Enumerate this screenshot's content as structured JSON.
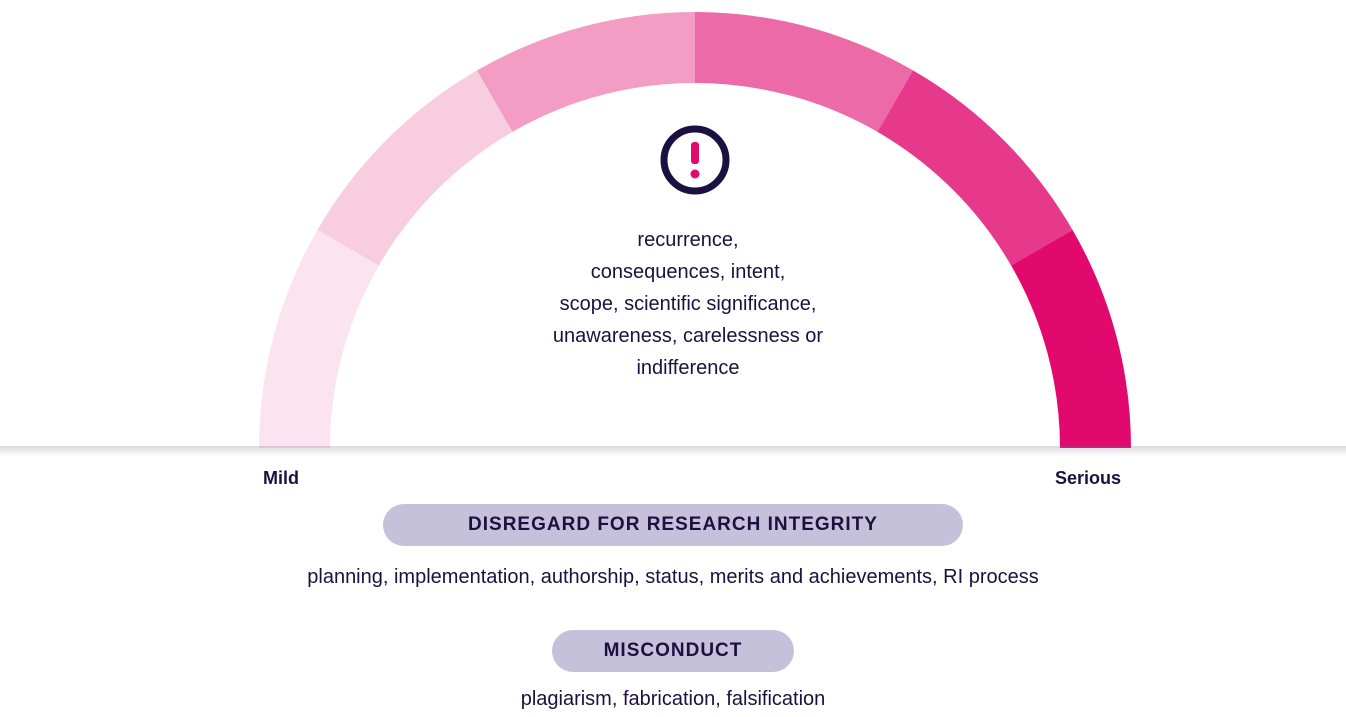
{
  "gauge": {
    "segment_colors": [
      "#fbe4ef",
      "#f8cde0",
      "#f39dc4",
      "#ec6aa7",
      "#e6398b",
      "#e1096e"
    ],
    "alert_icon": "exclamation-circle-icon",
    "alert_icon_ring_color": "#1b1140",
    "alert_icon_mark_color": "#e1096e",
    "factors": [
      "recurrence,",
      "consequences, intent,",
      "scope, scientific significance,",
      "unawareness, carelessness or",
      "indifference"
    ],
    "min_label": "Mild",
    "max_label": "Serious"
  },
  "categories": [
    {
      "title": "DISREGARD FOR RESEARCH INTEGRITY",
      "description": "planning, implementation, authorship, status, merits and achievements, RI process"
    },
    {
      "title": "MISCONDUCT",
      "description": "plagiarism, fabrication, falsification"
    }
  ],
  "pill_color": "#c6c1da"
}
